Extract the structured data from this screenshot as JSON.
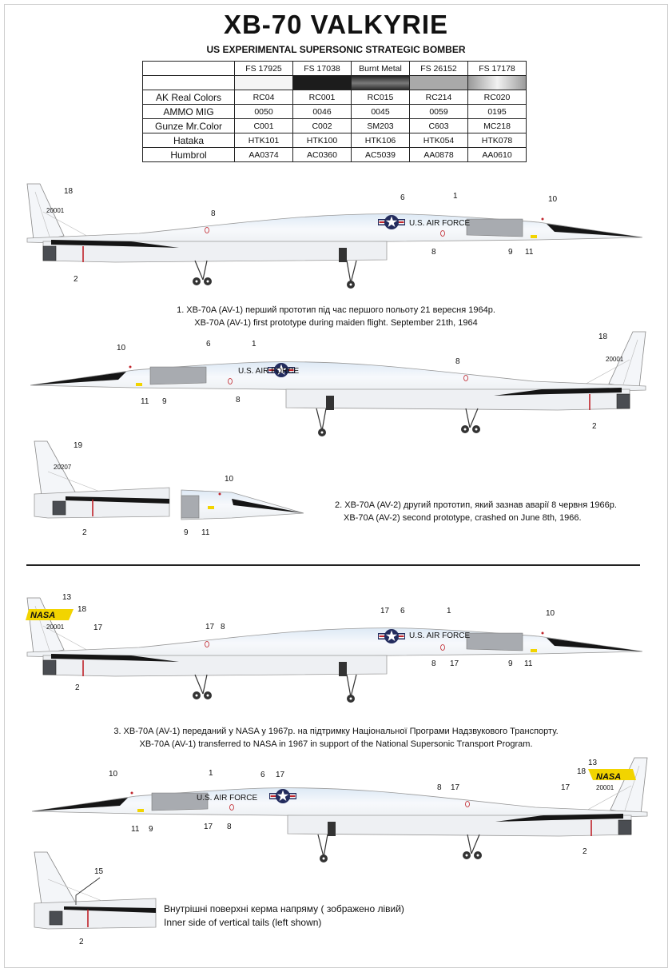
{
  "header": {
    "title": "XB-70 VALKYRIE",
    "subtitle": "US EXPERIMENTAL SUPERSONIC STRATEGIC BOMBER"
  },
  "color_table": {
    "columns": [
      "FS 17925",
      "FS 17038",
      "Burnt Metal",
      "FS 26152",
      "FS 17178"
    ],
    "swatch_colors": [
      "#f5f5f5",
      "#1c1c1c",
      "#555555",
      "#a9a9a9",
      "#c9c9c9"
    ],
    "rows": [
      {
        "label": "AK Real Colors",
        "values": [
          "RC04",
          "RC001",
          "RC015",
          "RC214",
          "RC020"
        ]
      },
      {
        "label": "AMMO MIG",
        "values": [
          "0050",
          "0046",
          "0045",
          "0059",
          "0195"
        ]
      },
      {
        "label": "Gunze Mr.Color",
        "values": [
          "C001",
          "C002",
          "SM203",
          "C603",
          "MC218"
        ]
      },
      {
        "label": "Hataka",
        "values": [
          "HTK101",
          "HTK100",
          "HTK106",
          "HTK054",
          "HTK078"
        ]
      },
      {
        "label": "Humbrol",
        "values": [
          "AA0374",
          "AC0360",
          "AC5039",
          "AA0878",
          "AA0610"
        ]
      }
    ]
  },
  "captions": {
    "c1_ua": "1. XB-70A (AV-1) перший прототип під час першого польоту 21 вересня 1964р.",
    "c1_en": "XB-70A (AV-1) first prototype during maiden flight. September 21th, 1964",
    "c2_ua": "2. XB-70A (AV-2) другий прототип, який зазнав аварії 8 червня 1966р.",
    "c2_en": "XB-70A (AV-2) second prototype, crashed on June 8th, 1966.",
    "c3_ua": "3. XB-70A (AV-1) переданий у NASA у 1967р. на підтримку Національної Програми Надзвукового Транспорту.",
    "c3_en": "XB-70A (AV-1) transferred to NASA in 1967 in support of the National Supersonic Transport Program.",
    "c4_ua": "Внутрішні поверхні керма напряму ( зображено лівий)",
    "c4_en": "Inner side of vertical tails (left shown)"
  },
  "markings": {
    "usaf": "U.S. AIR FORCE",
    "serial1": "20001",
    "serial2": "20207",
    "nasa": "NASA"
  },
  "callouts": {
    "n1": "1",
    "n2": "2",
    "n6": "6",
    "n8": "8",
    "n9": "9",
    "n10": "10",
    "n11": "11",
    "n13": "13",
    "n15": "15",
    "n17": "17",
    "n18": "18",
    "n19": "19"
  },
  "colors": {
    "nose": "#151515",
    "body": "#f4f6f9",
    "shade": "#dfe9f3",
    "intake": "#a8abb0",
    "nasa_yellow": "#f2d400",
    "roundel_blue": "#232c5e",
    "stripe_red": "#c0242b"
  }
}
